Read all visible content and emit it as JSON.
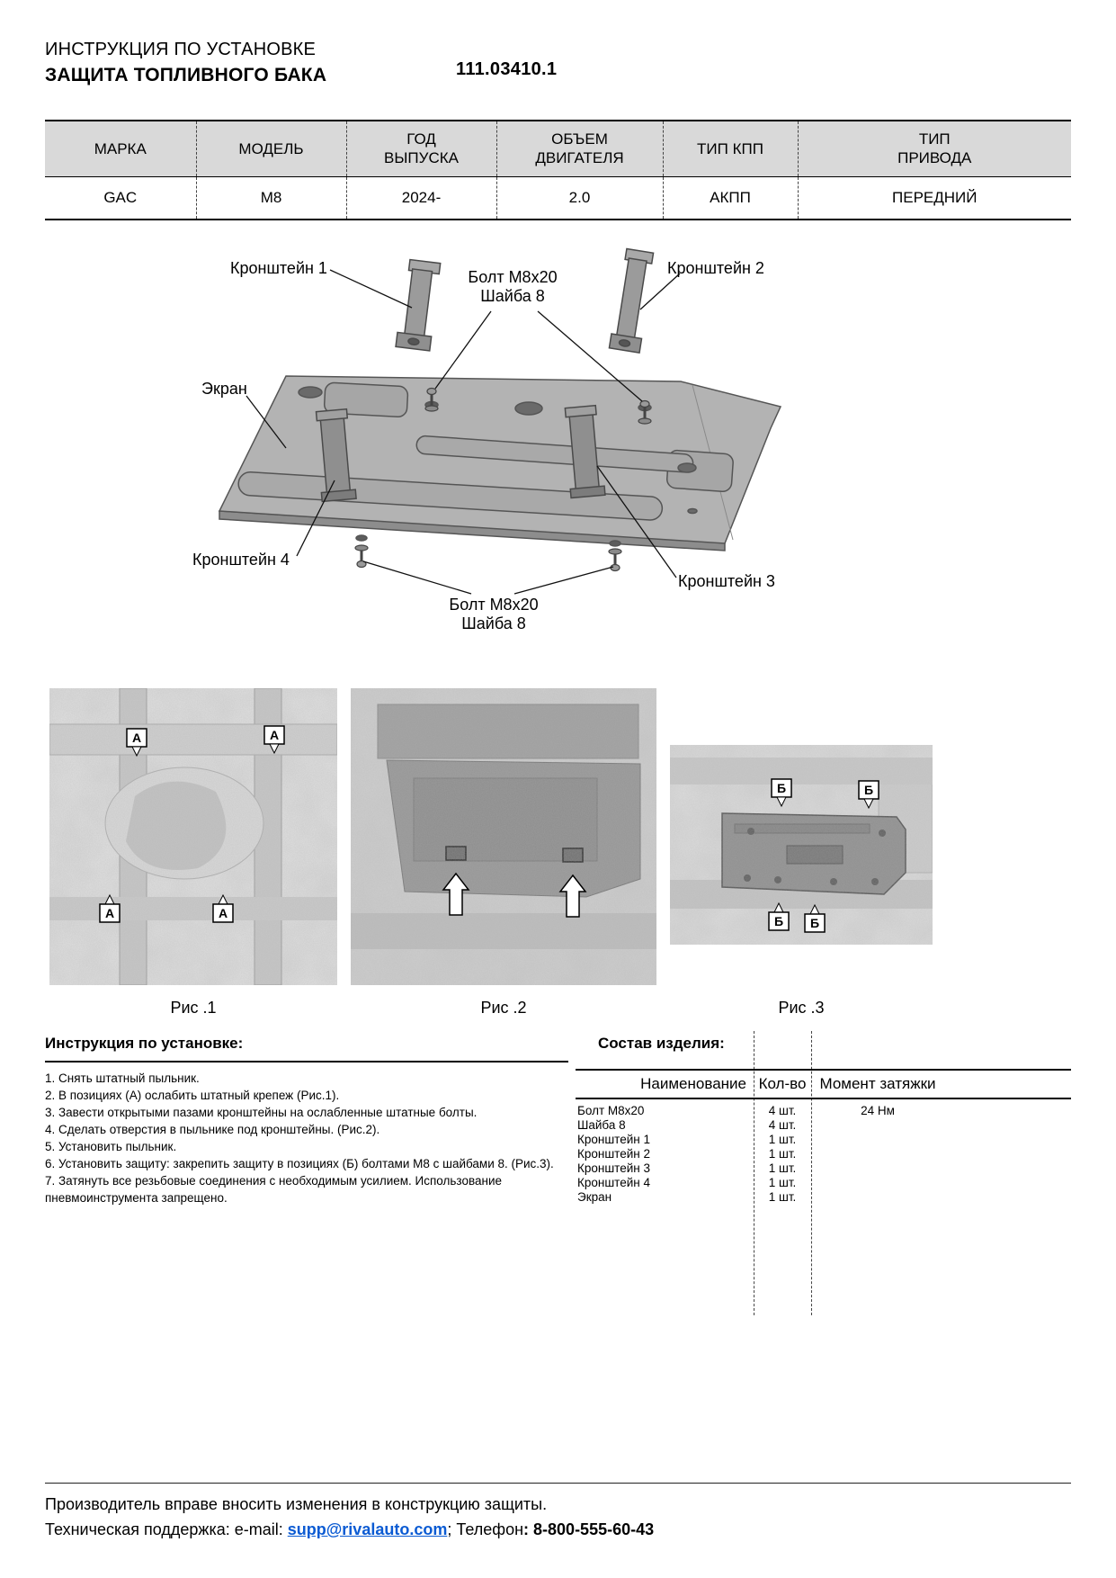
{
  "header": {
    "title_line1": "ИНСТРУКЦИЯ ПО УСТАНОВКЕ",
    "title_line2": "ЗАЩИТА ТОПЛИВНОГО БАКА",
    "part_number": "111.03410.1"
  },
  "spec_table": {
    "headers": [
      "МАРКА",
      "МОДЕЛЬ",
      "ГОД\nВЫПУСКА",
      "ОБЪЕМ\nДВИГАТЕЛЯ",
      "ТИП КПП",
      "ТИП\nПРИВОДА"
    ],
    "values": [
      "GAC",
      "M8",
      "2024-",
      "2.0",
      "АКПП",
      "ПЕРЕДНИЙ"
    ]
  },
  "diagram": {
    "labels": {
      "bracket1": "Кронштейн 1",
      "bracket2": "Кронштейн 2",
      "bracket3": "Кронштейн 3",
      "bracket4": "Кронштейн 4",
      "screen": "Экран",
      "bolt_top": "Болт М8х20\nШайба 8",
      "bolt_bottom": "Болт М8х20\nШайба 8"
    }
  },
  "figures": {
    "marker_a": "А",
    "marker_b": "Б",
    "captions": [
      "Рис .1",
      "Рис .2",
      "Рис .3"
    ]
  },
  "instructions": {
    "title": "Инструкция по установке:",
    "steps": [
      "1. Снять штатный пыльник.",
      "2. В позициях (А) ослабить штатный крепеж (Рис.1).",
      "3. Завести открытыми пазами кронштейны на ослабленные штатные болты.",
      "4. Сделать отверстия в пыльнике под кронштейны. (Рис.2).",
      "5. Установить пыльник.",
      "6. Установить защиту: закрепить защиту в позициях (Б) болтами М8 с шайбами 8. (Рис.3).",
      "7. Затянуть все резьбовые соединения с необходимым усилием. Использование пневмоинструмента запрещено."
    ]
  },
  "parts": {
    "title": "Состав изделия:",
    "headers": [
      "Наименование",
      "Кол-во",
      "Момент затяжки"
    ],
    "rows": [
      {
        "name": "Болт М8х20",
        "qty": "4 шт.",
        "torque": "24 Нм"
      },
      {
        "name": "Шайба 8",
        "qty": "4 шт.",
        "torque": ""
      },
      {
        "name": "Кронштейн 1",
        "qty": "1 шт.",
        "torque": ""
      },
      {
        "name": "Кронштейн 2",
        "qty": "1 шт.",
        "torque": ""
      },
      {
        "name": "Кронштейн 3",
        "qty": "1 шт.",
        "torque": ""
      },
      {
        "name": "Кронштейн 4",
        "qty": "1 шт.",
        "torque": ""
      },
      {
        "name": "Экран",
        "qty": "1 шт.",
        "torque": ""
      }
    ]
  },
  "footer": {
    "line1": "Производитель вправе вносить изменения в конструкцию защиты.",
    "support_label": "Техническая поддержка:  e-mail: ",
    "email": "supp@rivalauto.com",
    "separator": "; Телефон",
    "phone": ": 8-800-555-60-43"
  }
}
